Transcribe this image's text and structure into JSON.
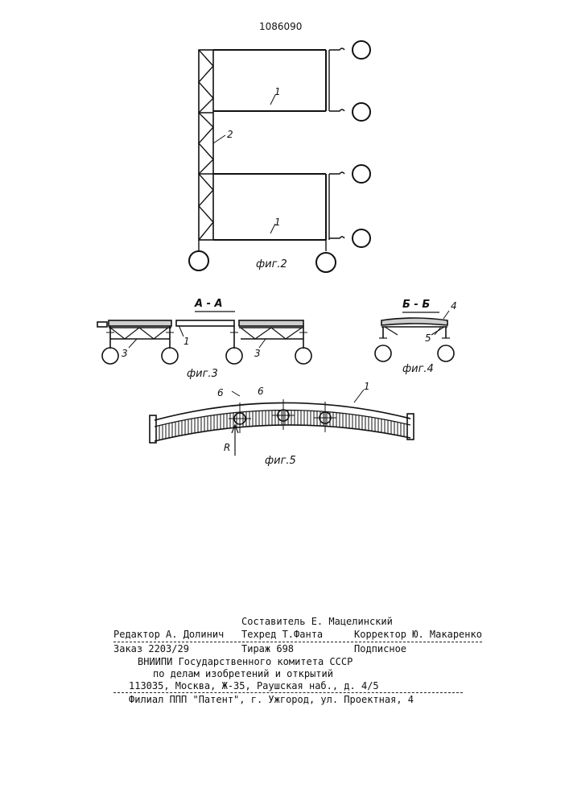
{
  "patent_number": "1086090",
  "figures": {
    "fig2": {
      "caption": "фиг.2",
      "label_1_top": "1",
      "label_1_bottom": "1",
      "label_2": "2"
    },
    "fig3": {
      "caption": "фиг.3",
      "section": "А - А",
      "label_1": "1",
      "label_3a": "3",
      "label_3b": "3"
    },
    "fig4": {
      "caption": "фиг.4",
      "section": "Б - Б",
      "label_4": "4",
      "label_5": "5"
    },
    "fig5": {
      "caption": "фиг.5",
      "label_1": "1",
      "label_6a": "6",
      "label_6b": "6",
      "label_R": "R"
    }
  },
  "imprint": {
    "compiler": "Составитель Е. Мацелинский",
    "editor": "Редактор А. Долинич",
    "techred": "Техред Т.Фанта",
    "corrector": "Корректор Ю. Макаренко",
    "order": "Заказ 2203/29",
    "circulation": "Тираж 698",
    "subscription": "Подписное",
    "org_line1": "ВНИИПИ Государственного комитета СССР",
    "org_line2": "по делам изобретений и открытий",
    "address": "113035, Москва, Ж-35, Раушская наб., д. 4/5",
    "branch": "Филиал ППП \"Патент\", г. Ужгород, ул. Проектная, 4"
  }
}
